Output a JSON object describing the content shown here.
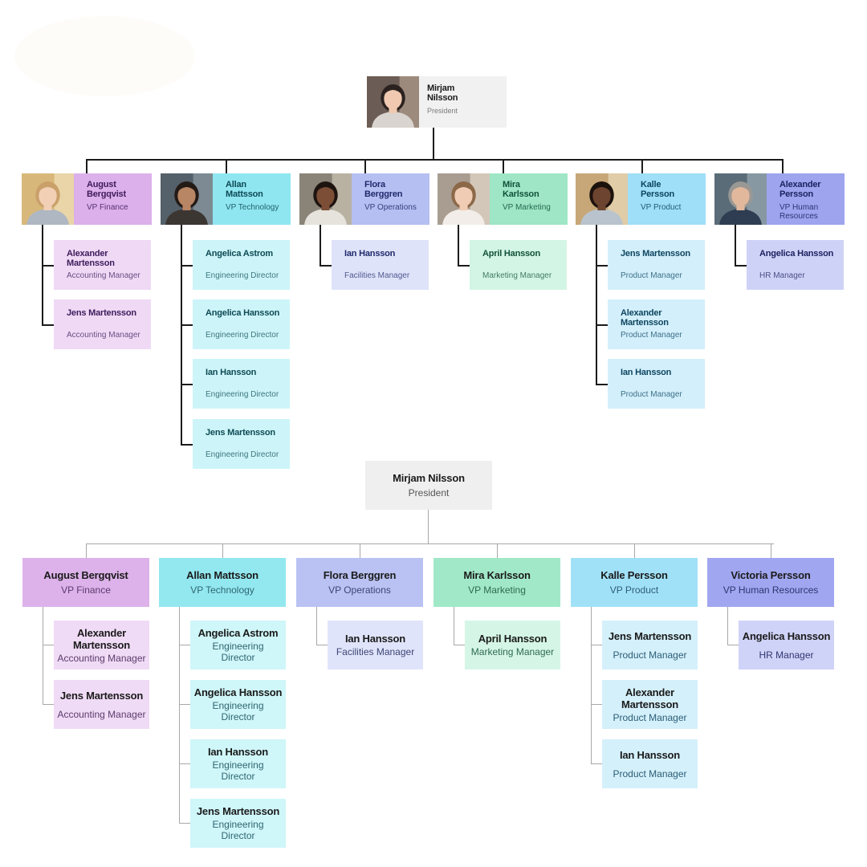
{
  "chart1": {
    "president": {
      "name_line1": "Mirjam",
      "name_line2": "Nilsson",
      "title": "President"
    },
    "vps": [
      {
        "line1": "August",
        "line2": "Bergqvist",
        "title_line1": "VP Finance",
        "title_line2": "",
        "bg": "#dcb0ea",
        "text": "#3e1b5b",
        "staff": [
          {
            "line1": "Alexander",
            "line2": "Martensson",
            "title": "Accounting Manager"
          },
          {
            "line1": "Jens Martensson",
            "line2": "",
            "title": "Accounting Manager"
          }
        ],
        "staff_bg": "#efd9f5"
      },
      {
        "line1": "Allan",
        "line2": "Mattsson",
        "title_line1": "VP Technology",
        "title_line2": "",
        "bg": "#8fe6f0",
        "text": "#0e4a55",
        "staff": [
          {
            "line1": "Angelica Astrom",
            "line2": "",
            "title": "Engineering Director"
          },
          {
            "line1": "Angelica Hansson",
            "line2": "",
            "title": "Engineering Director"
          },
          {
            "line1": "Ian Hansson",
            "line2": "",
            "title": "Engineering Director"
          },
          {
            "line1": "Jens Martensson",
            "line2": "",
            "title": "Engineering Director"
          }
        ],
        "staff_bg": "#cdf5f9"
      },
      {
        "line1": "Flora",
        "line2": "Berggren",
        "title_line1": "VP Operations",
        "title_line2": "",
        "bg": "#b6bff1",
        "text": "#1f2a6b",
        "staff": [
          {
            "line1": "Ian Hansson",
            "line2": "",
            "title": "Facilities Manager"
          }
        ],
        "staff_bg": "#dfe3f9"
      },
      {
        "line1": "Mira",
        "line2": "Karlsson",
        "title_line1": "VP Marketing",
        "title_line2": "",
        "bg": "#9ee6c6",
        "text": "#11513a",
        "staff": [
          {
            "line1": "April Hansson",
            "line2": "",
            "title": "Marketing Manager"
          }
        ],
        "staff_bg": "#d3f5e5"
      },
      {
        "line1": "Kalle",
        "line2": "Persson",
        "title_line1": "VP Product",
        "title_line2": "",
        "bg": "#9fdff7",
        "text": "#0d4560",
        "staff": [
          {
            "line1": "Jens Martensson",
            "line2": "",
            "title": "Product Manager"
          },
          {
            "line1": "Alexander",
            "line2": "Martensson",
            "title": "Product Manager"
          },
          {
            "line1": "Ian Hansson",
            "line2": "",
            "title": "Product Manager"
          }
        ],
        "staff_bg": "#d2effb"
      },
      {
        "line1": "Alexander",
        "line2": "Persson",
        "title_line1": "VP Human",
        "title_line2": "Resources",
        "bg": "#9ea4ee",
        "text": "#1c2260",
        "staff": [
          {
            "line1": "Angelica Hansson",
            "line2": "",
            "title": "HR Manager"
          }
        ],
        "staff_bg": "#cfd2f7"
      }
    ]
  },
  "chart2": {
    "president": {
      "name": "Mirjam Nilsson",
      "title": "President"
    },
    "vps": [
      {
        "name": "August Bergqvist",
        "title": "VP Finance",
        "bg": "#ddb2ea",
        "title_color": "#5b3b6b",
        "staff_bg": "#f0dbf6",
        "staff": [
          {
            "name_line1": "Alexander",
            "name_line2": "Martensson",
            "title_line1": "Accounting Manager",
            "title_line2": ""
          },
          {
            "name_line1": "Jens Martensson",
            "name_line2": "",
            "title_line1": "Accounting Manager",
            "title_line2": ""
          }
        ]
      },
      {
        "name": "Allan Mattsson",
        "title": "VP Technology",
        "bg": "#93e8f0",
        "title_color": "#2f6670",
        "staff_bg": "#cff6f9",
        "staff": [
          {
            "name_line1": "Angelica Astrom",
            "name_line2": "",
            "title_line1": "Engineering",
            "title_line2": "Director"
          },
          {
            "name_line1": "Angelica Hansson",
            "name_line2": "",
            "title_line1": "Engineering",
            "title_line2": "Director"
          },
          {
            "name_line1": "Ian Hansson",
            "name_line2": "",
            "title_line1": "Engineering",
            "title_line2": "Director"
          },
          {
            "name_line1": "Jens Martensson",
            "name_line2": "",
            "title_line1": "Engineering",
            "title_line2": "Director"
          }
        ]
      },
      {
        "name": "Flora Berggren",
        "title": "VP Operations",
        "bg": "#b9c2f2",
        "title_color": "#3c4575",
        "staff_bg": "#e0e4fa",
        "staff": [
          {
            "name_line1": "Ian Hansson",
            "name_line2": "",
            "title_line1": "Facilities Manager",
            "title_line2": ""
          }
        ]
      },
      {
        "name": "Mira Karlsson",
        "title": "VP Marketing",
        "bg": "#a1e8c8",
        "title_color": "#2f6a52",
        "staff_bg": "#d5f6e6",
        "staff": [
          {
            "name_line1": "April Hansson",
            "name_line2": "",
            "title_line1": "Marketing Manager",
            "title_line2": ""
          }
        ]
      },
      {
        "name": "Kalle Persson",
        "title": "VP Product",
        "bg": "#a1e1f8",
        "title_color": "#2c5d75",
        "staff_bg": "#d4f0fb",
        "staff": [
          {
            "name_line1": "Jens Martensson",
            "name_line2": "",
            "title_line1": "Product Manager",
            "title_line2": ""
          },
          {
            "name_line1": "Alexander",
            "name_line2": "Martensson",
            "title_line1": "Product Manager",
            "title_line2": ""
          },
          {
            "name_line1": "Ian Hansson",
            "name_line2": "",
            "title_line1": "Product Manager",
            "title_line2": ""
          }
        ]
      },
      {
        "name": "Victoria Persson",
        "title": "VP Human Resources",
        "bg": "#a0a6ef",
        "title_color": "#2f3570",
        "staff_bg": "#d0d3f8",
        "staff": [
          {
            "name_line1": "Angelica Hansson",
            "name_line2": "",
            "title_line1": "HR Manager",
            "title_line2": ""
          }
        ]
      }
    ]
  }
}
